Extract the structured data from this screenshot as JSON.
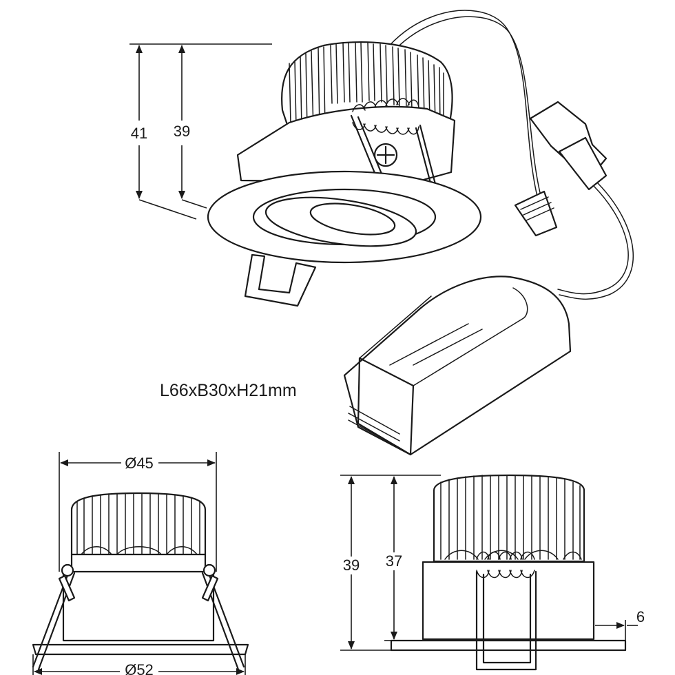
{
  "labels": {
    "iso_height_outer": "41",
    "iso_height_inner": "39",
    "driver_size": "L66xB30xH21mm",
    "front_top_diameter": "Ø45",
    "front_bottom_diameter": "Ø52",
    "side_height_outer": "39",
    "side_height_inner": "37",
    "side_flange": "6"
  },
  "colors": {
    "line": "#1a1a1a",
    "background": "#ffffff"
  }
}
